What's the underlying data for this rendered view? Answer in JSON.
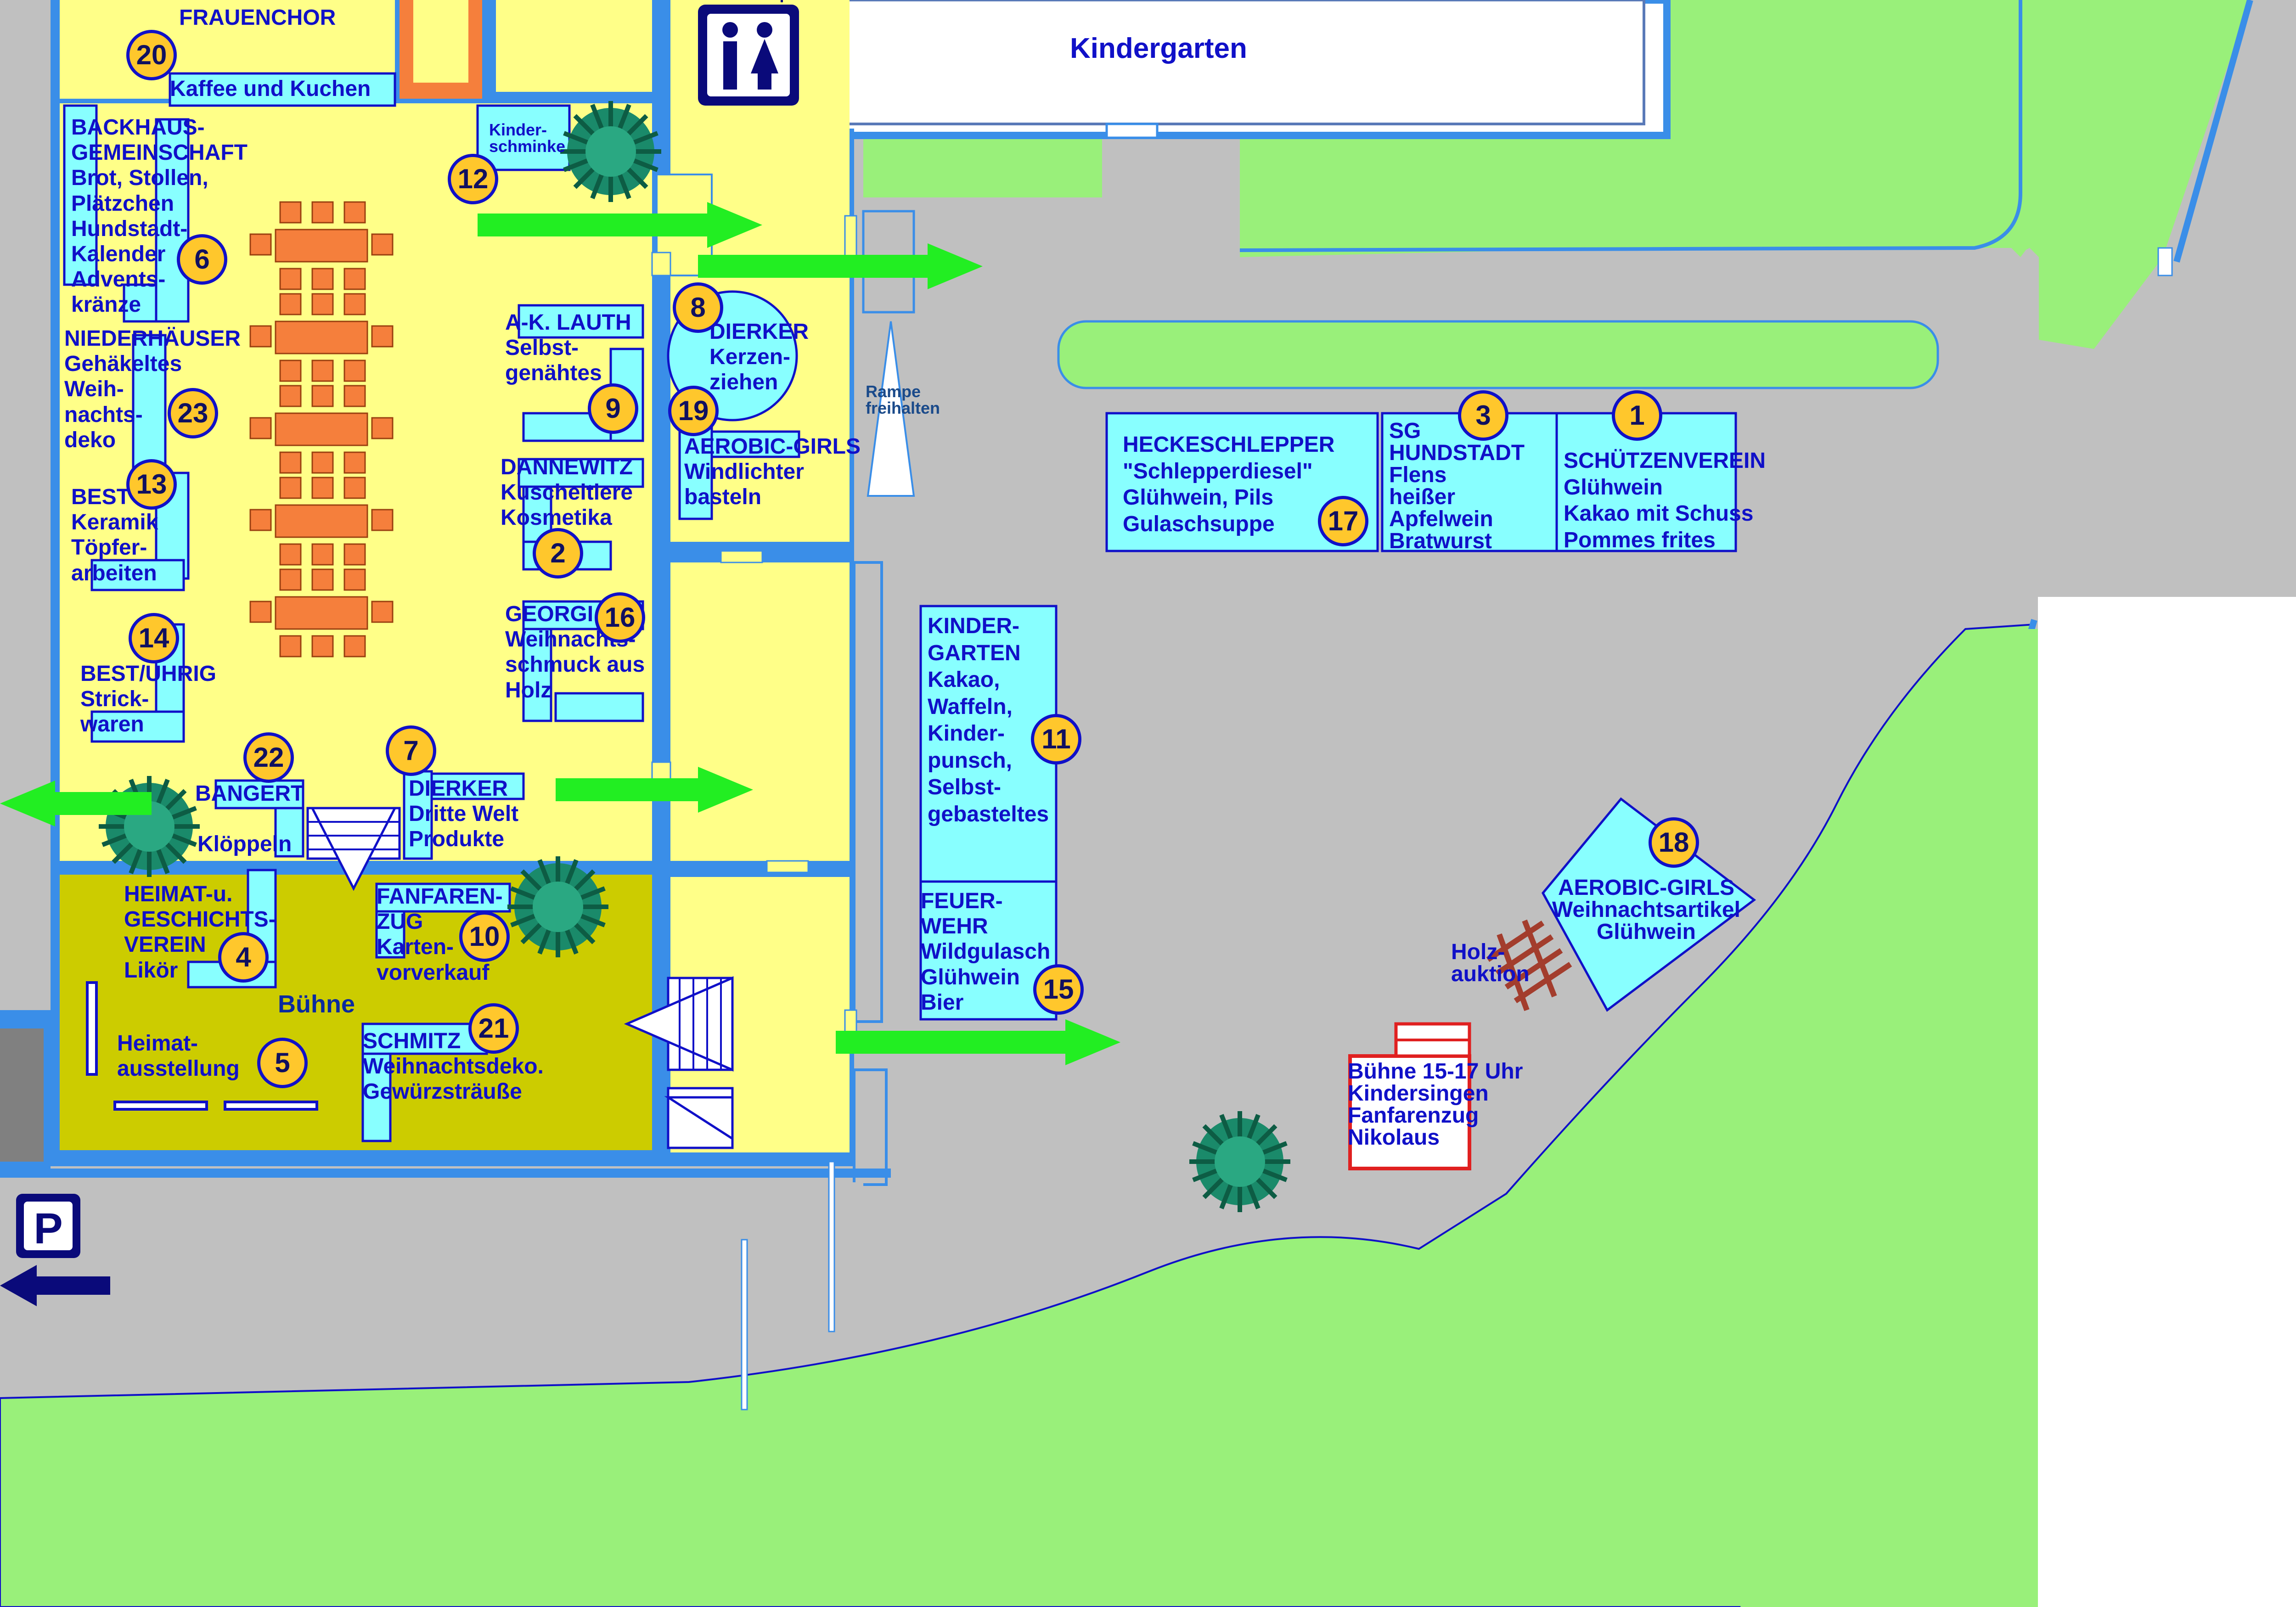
{
  "colors": {
    "street": "#c0c0c0",
    "grass": "#99f07a",
    "building": "#ffff88",
    "stage_floor": "#cccc00",
    "wall": "#3a8ee8",
    "booth": "#88ffff",
    "booth_border": "#1010c8",
    "table": "#f57f3c",
    "arrow": "#22ee22",
    "number_fill": "#ffc72c",
    "text": "#1010c8",
    "stage_red": "#e02020",
    "tree": "#1a8a6a"
  },
  "icons": [
    "toilet-icon",
    "parking-icon",
    "tree-icon",
    "arrow-right-icon",
    "arrow-left-icon"
  ],
  "places": {
    "kindergarten": "Kindergarten",
    "rampe": [
      "Rampe",
      "freihalten"
    ],
    "buehne_inside": "Bühne",
    "buehne_outside": [
      "Bühne 15-17 Uhr",
      "Kindersingen",
      "Fanfarenzug",
      "Nikolaus"
    ],
    "holzauktion": [
      "Holz-",
      "auktion"
    ]
  },
  "stalls": {
    "s1": {
      "num": "1",
      "lines": [
        "SCHÜTZENVEREIN",
        "Glühwein",
        "Kakao mit Schuss",
        "Pommes frites"
      ]
    },
    "s2": {
      "num": "2",
      "lines": [
        "DANNEWITZ",
        "Kuscheltiere",
        "Kosmetika"
      ]
    },
    "s3": {
      "num": "3",
      "lines": [
        "SG",
        "HUNDSTADT",
        "Flens",
        "heißer",
        "Apfelwein",
        "Bratwurst"
      ]
    },
    "s4": {
      "num": "4",
      "lines": [
        "HEIMAT-u.",
        "GESCHICHTS-",
        "VEREIN",
        "Likör"
      ]
    },
    "s5": {
      "num": "5",
      "lines": [
        "Heimat-",
        "ausstellung"
      ]
    },
    "s6": {
      "num": "6",
      "lines": [
        "BACKHAUS-",
        "GEMEINSCHAFT",
        "Brot, Stollen,",
        "Plätzchen",
        "Hundstadt-",
        "Kalender",
        "Advents-",
        "kränze"
      ]
    },
    "s7": {
      "num": "7",
      "lines": [
        "DIERKER",
        "Dritte Welt",
        "Produkte"
      ]
    },
    "s8": {
      "num": "8",
      "lines": [
        "DIERKER",
        "Kerzen-",
        "ziehen"
      ]
    },
    "s9": {
      "num": "9",
      "lines": [
        "A-K. LAUTH",
        "Selbst-",
        "genähtes"
      ]
    },
    "s10": {
      "num": "10",
      "lines": [
        "FANFAREN-",
        "ZUG",
        "Karten-",
        "vorverkauf"
      ]
    },
    "s11": {
      "num": "11",
      "lines": [
        "KINDER-",
        "GARTEN",
        "Kakao,",
        "Waffeln,",
        "Kinder-",
        "punsch,",
        "Selbst-",
        "gebasteltes"
      ]
    },
    "s12": {
      "num": "12",
      "lines": [
        "Kinder-",
        "schminke"
      ]
    },
    "s13": {
      "num": "13",
      "lines": [
        "BEST",
        "Keramik",
        "Töpfer-",
        "arbeiten"
      ]
    },
    "s14": {
      "num": "14",
      "lines": [
        "BEST/UHRIG",
        "Strick-",
        "waren"
      ]
    },
    "s15": {
      "num": "15",
      "lines": [
        "FEUER-",
        "WEHR",
        "Wildgulasch",
        "Glühwein",
        "Bier"
      ]
    },
    "s16": {
      "num": "16",
      "lines": [
        "GEORGI",
        "Weihnachts-",
        "schmuck aus",
        "Holz"
      ]
    },
    "s17": {
      "num": "17",
      "lines": [
        "HECKESCHLEPPER",
        "\"Schlepperdiesel\"",
        "Glühwein, Pils",
        "Gulaschsuppe"
      ]
    },
    "s18": {
      "num": "18",
      "lines": [
        "AEROBIC-GIRLS",
        "Weihnachtsartikel",
        "Glühwein"
      ]
    },
    "s19": {
      "num": "19",
      "lines": [
        "AEROBIC-GIRLS",
        "Windlichter",
        "basteln"
      ]
    },
    "s20": {
      "num": "20",
      "lines": [
        "FRAUENCHOR",
        "Kaffee und Kuchen"
      ]
    },
    "s21": {
      "num": "21",
      "lines": [
        "SCHMITZ",
        "Weihnachtsdeko.",
        "Gewürzsträuße"
      ]
    },
    "s22": {
      "num": "22",
      "lines": [
        "BANGERT",
        "Klöppeln"
      ]
    },
    "s23": {
      "num": "23",
      "lines": [
        "NIEDERHÄUSER",
        "Gehäkeltes",
        "Weih-",
        "nachts-",
        "deko"
      ]
    }
  }
}
